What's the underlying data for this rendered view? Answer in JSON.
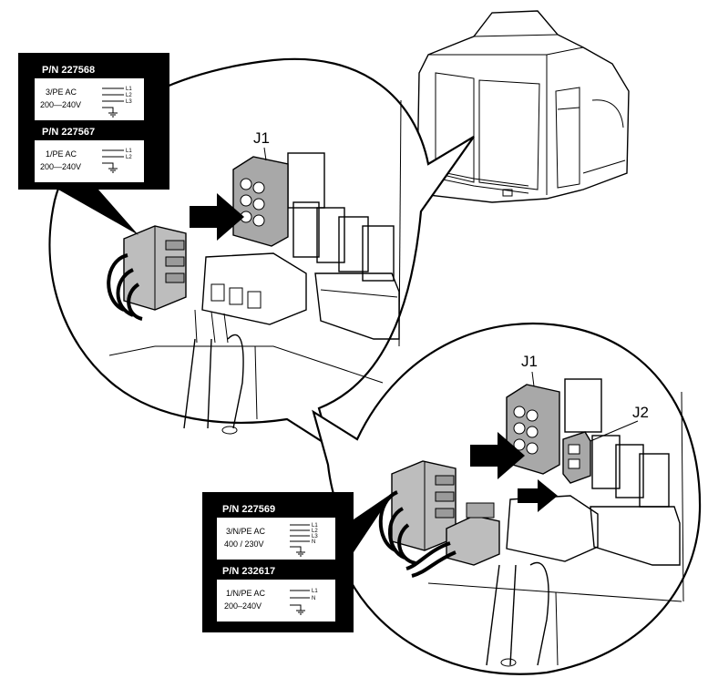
{
  "labels": {
    "j1_top": "J1",
    "j1_bottom": "J1",
    "j2": "J2"
  },
  "tag_top": {
    "entries": [
      {
        "pn": "P/N 227568",
        "spec_line1": "3/PE AC",
        "spec_line2": "200—240V",
        "wires": [
          "L1",
          "L2",
          "L3"
        ]
      },
      {
        "pn": "P/N 227567",
        "spec_line1": "1/PE AC",
        "spec_line2": "200—240V",
        "wires": [
          "L1",
          "L2"
        ]
      }
    ]
  },
  "tag_bottom": {
    "entries": [
      {
        "pn": "P/N 227569",
        "spec_line1": "3/N/PE AC",
        "spec_line2": "400 / 230V",
        "wires": [
          "L1",
          "L2",
          "L3",
          "N"
        ]
      },
      {
        "pn": "P/N 232617",
        "spec_line1": "1/N/PE AC",
        "spec_line2": "200–240V",
        "wires": [
          "L1",
          "N"
        ]
      }
    ]
  },
  "colors": {
    "tag_background": "#000000",
    "tag_panel": "#ffffff",
    "connector_gray": "#a8a8a8",
    "arrow_fill": "#000000"
  }
}
